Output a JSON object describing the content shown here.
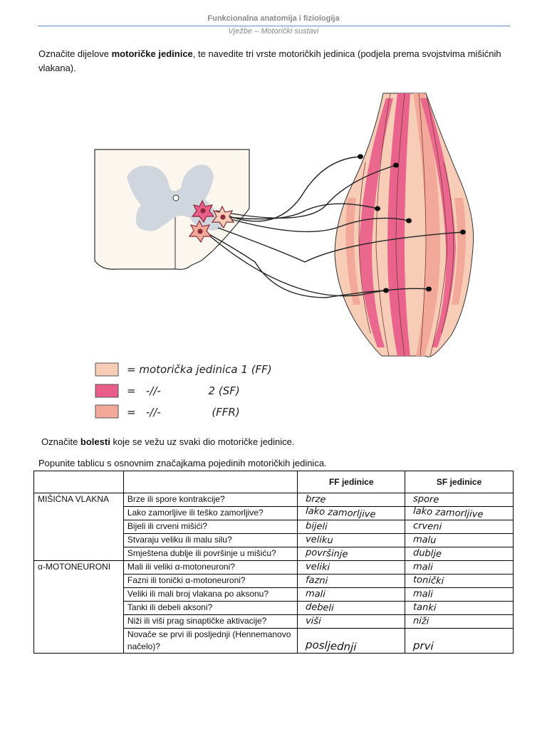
{
  "header": {
    "title": "Funkcionalna anatomija i fiziologija",
    "subtitle": "Vježbe – Motorički sustavi"
  },
  "intro": {
    "before": "Označite  dijelove ",
    "bold": "motoričke jedinice",
    "after": ", te navedite tri vrste motoričkih jedinica (podjela prema svojstvima mišićnih vlakana)."
  },
  "legend": [
    {
      "color": "#f7cdb8",
      "note": "= motorička jedinica 1 (FF)"
    },
    {
      "color": "#e85d8a",
      "note": "=   -//-              2 (SF)"
    },
    {
      "color": "#f2a99a",
      "note": "=   -//-               (FFR)"
    }
  ],
  "colors": {
    "pale": "#f7cdb8",
    "pink": "#e85d8a",
    "salmon": "#f2a99a",
    "grey_matter": "#cfd6dd",
    "cord": "#fbf6ee"
  },
  "diseases": {
    "before": "Označite ",
    "bold": "bolesti",
    "after": " koje se vežu uz svaki dio motoričke jedinice."
  },
  "table_intro": "Popunite tablicu s osnovnim značajkama pojedinih motoričkih jedinica.",
  "table": {
    "col_ff": "FF jedinice",
    "col_sf": "SF jedinice",
    "group_muscle": "MIŠIĆNA VLAKNA",
    "group_neuron": "α-MOTONEURONI",
    "rows": [
      {
        "q": "Brze ili spore kontrakcije?",
        "ff": "brze",
        "sf": "spore"
      },
      {
        "q": "Lako zamorljive ili teško zamorljive?",
        "ff": "lako zamorljive",
        "sf": "lako zamorljive"
      },
      {
        "q": "Bijeli ili crveni mišići?",
        "ff": "bijeli",
        "sf": "crveni"
      },
      {
        "q": "Stvaraju veliku ili malu silu?",
        "ff": "veliku",
        "sf": "malu"
      },
      {
        "q": "Smještena dublje ili površinje u mišiću?",
        "ff": "površinje",
        "sf": "dublje"
      },
      {
        "q": "Mali ili veliki α-motoneuroni?",
        "ff": "veliki",
        "sf": "mali"
      },
      {
        "q": "Fazni ili tonički α-motoneuroni?",
        "ff": "fazni",
        "sf": "tonički"
      },
      {
        "q": "Veliki ili mali broj vlakana po aksonu?",
        "ff": "mali",
        "sf": "mali"
      },
      {
        "q": "Tanki ili debeli aksoni?",
        "ff": "debeli",
        "sf": "tanki"
      },
      {
        "q": "Niži ili viši prag sinaptičke aktivacije?",
        "ff": "viši",
        "sf": "niži"
      },
      {
        "q": "Novače se prvi ili posljednji (Hennemanovo načelo)?",
        "ff": "posljednji",
        "sf": "prvi"
      }
    ]
  }
}
